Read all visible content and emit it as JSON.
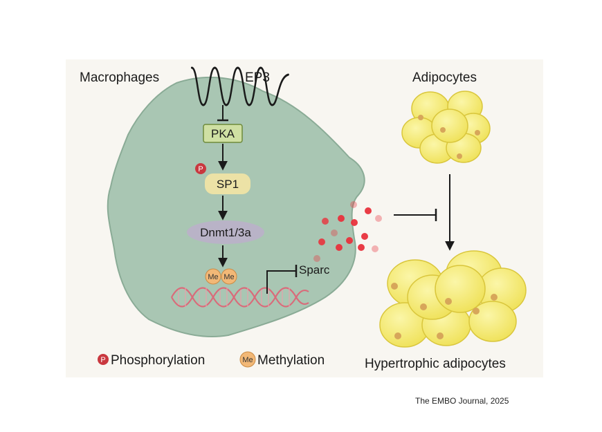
{
  "labels": {
    "macrophages": "Macrophages",
    "receptor": "EP3",
    "kinase": "PKA",
    "factor": "SP1",
    "methyltransferase": "Dnmt1/3a",
    "gene": "Sparc",
    "adipocytes": "Adipocytes",
    "hypertrophic": "Hypertrophic adipocytes"
  },
  "badges": {
    "phospho": "P",
    "methyl": "Me"
  },
  "legend": {
    "phospho_label": "Phosphorylation",
    "methyl_label": "Methylation"
  },
  "footer": "The EMBO Journal, 2025",
  "colors": {
    "cell_fill": "#a9c6b3",
    "cell_stroke": "#8aab96",
    "panel_bg": "#f8f6f1",
    "pka_fill": "#cfe0a3",
    "sp1_fill": "#ece2a6",
    "dnmt_fill": "#b9b3c7",
    "me_fill": "#f2b877",
    "p_fill": "#c9383f",
    "dna": "#d96b7a",
    "adipocyte_fill": "#f5ec6a",
    "adipocyte_stroke": "#d9c63c",
    "nucleus": "#d7a65a",
    "secreted_dot": "#e8323c"
  }
}
